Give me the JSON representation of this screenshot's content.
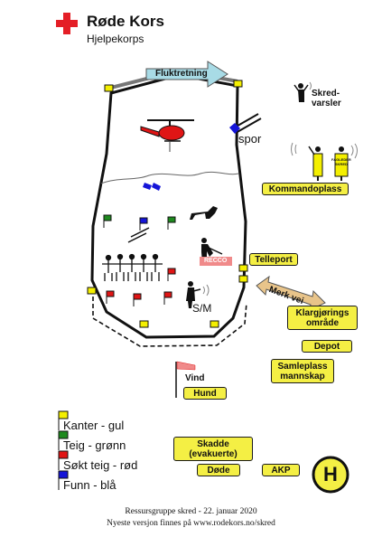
{
  "brand": {
    "name": "Røde Kors",
    "sub": "Hjelpekorps",
    "cross_color": "#e41e26"
  },
  "map": {
    "direction_arrow": "Fluktretning",
    "spor": "spor",
    "s_m": "S/M",
    "recco": "RECCO",
    "skred_varsler_line1": "Skred-",
    "skred_varsler_line2": "varsler",
    "fagleder": "FAGLEDER",
    "skred_small": "SKRED"
  },
  "labels": {
    "kommandoplass": "Kommandoplass",
    "telleport": "Telleport",
    "merk_vei": "Merk vei",
    "klargjoring_line1": "Klargjørings",
    "klargjoring_line2": "område",
    "depot": "Depot",
    "samleplass_line1": "Samleplass",
    "samleplass_line2": "mannskap",
    "vind": "Vind",
    "hund": "Hund",
    "skadde_line1": "Skadde",
    "skadde_line2": "(evakuerte)",
    "dode": "Døde",
    "akp": "AKP",
    "helipad": "H"
  },
  "legend": [
    {
      "text": "Kanter - gul",
      "color": "#f4ef00"
    },
    {
      "text": "Teig - grønn",
      "color": "#1f8a1f"
    },
    {
      "text": "Søkt teig - rød",
      "color": "#e01515"
    },
    {
      "text": "Funn - blå",
      "color": "#1515d8"
    }
  ],
  "footer": {
    "line1": "Ressursgruppe skred - 22. januar 2020",
    "line2": "Nyeste versjon finnes på www.rodekors.no/skred"
  },
  "colors": {
    "yellow": "#f4ef44",
    "green": "#1f8a1f",
    "red": "#e01515",
    "blue": "#1515d8",
    "arrow": "#a8dbe6"
  }
}
